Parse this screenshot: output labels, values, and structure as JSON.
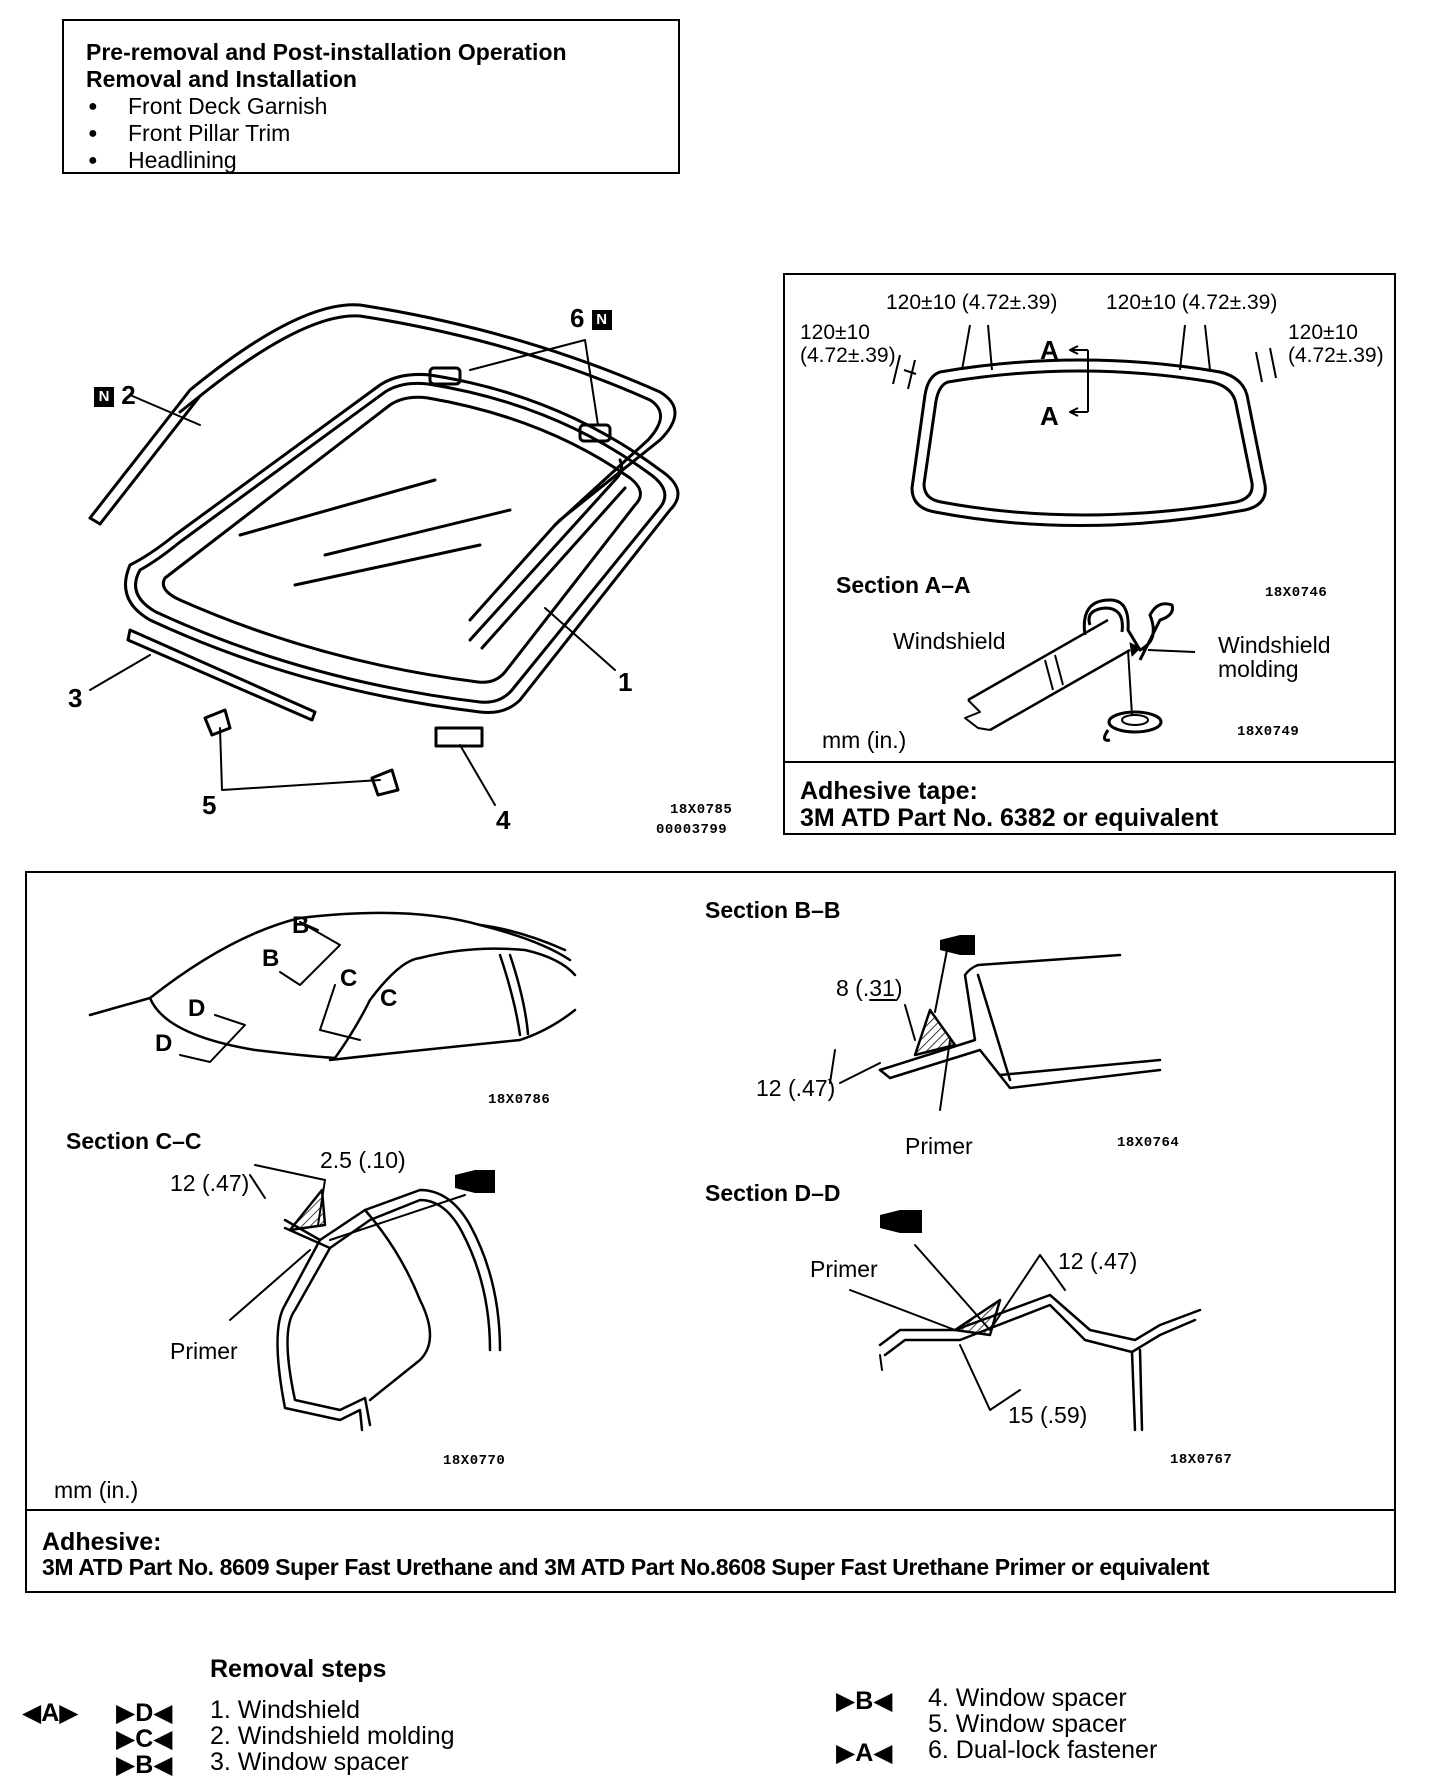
{
  "prep_box": {
    "line1": "Pre-removal and Post-installation Operation",
    "line2": "Removal and Installation",
    "items": [
      "Front Deck Garnish",
      "Front Pillar Trim",
      "Headlining"
    ]
  },
  "exploded_view": {
    "callouts": [
      "1",
      "2",
      "3",
      "4",
      "5",
      "6"
    ],
    "n_mark": "N",
    "code1": "18X0785",
    "code2": "00003799"
  },
  "section_aa_panel": {
    "dim_top_left": "120±10 (4.72±.39)",
    "dim_top_right": "120±10 (4.72±.39)",
    "dim_left_a": "120±10",
    "dim_left_b": "(4.72±.39)",
    "dim_right_a": "120±10",
    "dim_right_b": "(4.72±.39)",
    "mark_a": "A",
    "code_top": "18X0746",
    "section_title": "Section A–A",
    "label_windshield": "Windshield",
    "label_molding_a": "Windshield",
    "label_molding_b": "molding",
    "code_bottom": "18X0749",
    "units": "mm (in.)",
    "tape_label": "Adhesive tape:",
    "tape_part": "3M ATD Part No. 6382 or equivalent"
  },
  "sections_panel": {
    "mark_b": "B",
    "mark_c": "C",
    "mark_d": "D",
    "code_car": "18X0786",
    "bb_title": "Section B–B",
    "bb_dim_top": "8 (.31)",
    "bb_dim_side": "12 (.47)",
    "bb_primer": "Primer",
    "bb_code": "18X0764",
    "cc_title": "Section C–C",
    "cc_dim_side": "12 (.47)",
    "cc_dim_top": "2.5 (.10)",
    "cc_primer": "Primer",
    "cc_code": "18X0770",
    "dd_title": "Section D–D",
    "dd_primer": "Primer",
    "dd_dim_side": "12 (.47)",
    "dd_dim_bottom": "15 (.59)",
    "dd_code": "18X0767",
    "units": "mm (in.)",
    "adhesive_label": "Adhesive:",
    "adhesive_part": "3M ATD Part No. 8609 Super Fast Urethane and 3M ATD Part No.8608 Super Fast Urethane Primer or equivalent"
  },
  "removal_steps": {
    "title": "Removal steps",
    "tag_a": "◀A▶",
    "tag_d": "▶D◀",
    "tag_c": "▶C◀",
    "tag_b": "▶B◀",
    "tag_b2": "▶B◀",
    "tag_a2": "▶A◀",
    "step1": "1. Windshield",
    "step2": "2. Windshield molding",
    "step3": "3. Window spacer",
    "step4": "4. Window spacer",
    "step5": "5. Window spacer",
    "step6": "6. Dual-lock fastener"
  }
}
